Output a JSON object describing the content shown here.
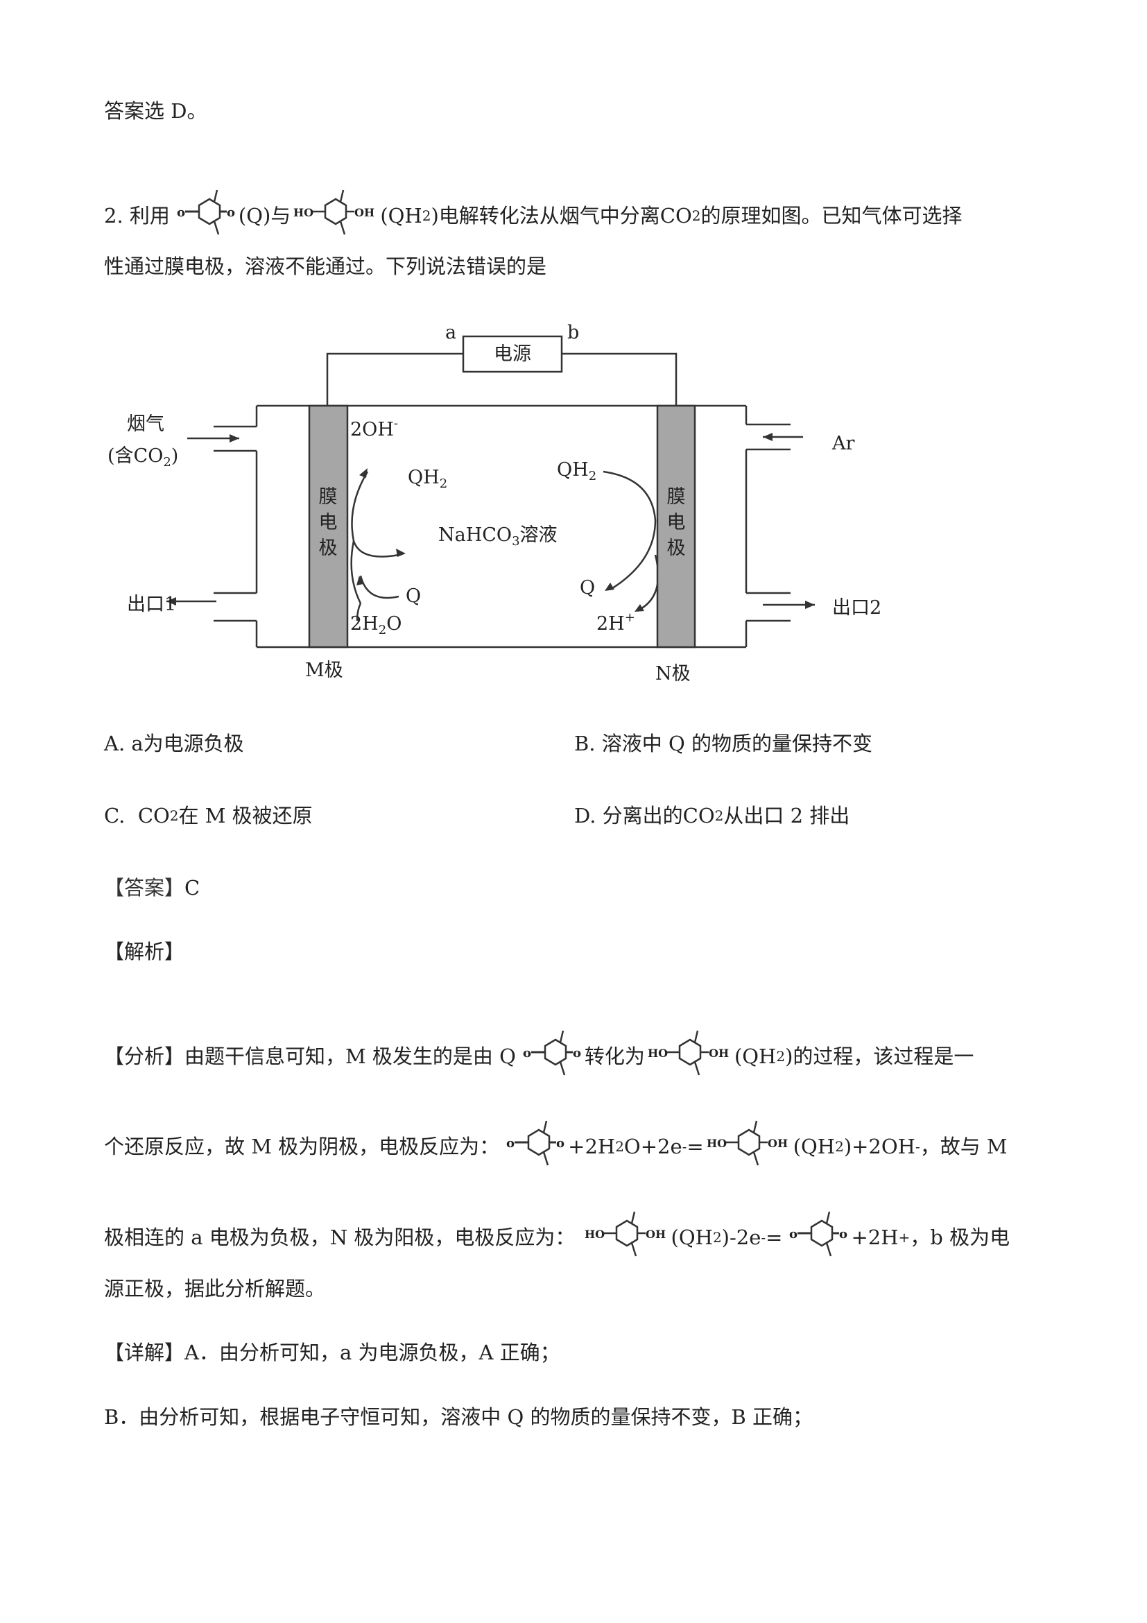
{
  "top_line": "答案选 D。",
  "question": {
    "number": "2.",
    "t1": "利用",
    "q_label": "(Q)与",
    "qh2_label": "(QH",
    "qh2_close": ")",
    "t2": "电解转化法从烟气中分离",
    "co2": "CO",
    "t3": "的原理如图。已知气体可选择",
    "line2": "性通过膜电极，溶液不能通过。下列说法错误的是"
  },
  "diagram": {
    "power": "电源",
    "a": "a",
    "b": "b",
    "flue_gas": "烟气",
    "flue_gas_sub": "(含CO",
    "flue_gas_close": ")",
    "ar": "Ar",
    "outlet1": "出口1",
    "outlet2": "出口2",
    "membrane": [
      "膜",
      "电",
      "极"
    ],
    "m_pole": "M极",
    "n_pole": "N极",
    "solution": "NaHCO",
    "solution_tail": "溶液",
    "left_oh": "2OH",
    "left_qh2": "QH",
    "left_q": "Q",
    "left_h2o": "2H",
    "left_h2o_tail": "O",
    "right_qh2": "QH",
    "right_q": "Q",
    "right_h": "2H"
  },
  "options": {
    "A": "A. a为电源负极",
    "B": "B.  溶液中 Q 的物质的量保持不变",
    "C_pre": "C.  ",
    "C_post": "在 M 极被还原",
    "D_pre": "D.  分离出的",
    "D_post": "从出口 2 排出"
  },
  "answer_label": "【答案】",
  "answer": "C",
  "analysis_label": "【解析】",
  "analysis": {
    "l1_head": "【分析】",
    "l1_a": "由题干信息可知，M 极发生的是由 Q",
    "l1_b": "转化为",
    "l1_c": "(QH",
    "l1_d": ")的过程，该过程是一",
    "l2_a": "个还原反应，故 M 极为阴极，电极反应为：",
    "l2_b": "+2H",
    "l2_c": "O+2e",
    "l2_d": "=",
    "l2_e": "(QH",
    "l2_f": ")+2OH",
    "l2_g": "，故与 M",
    "l3_a": "极相连的 a 电极为负极，N 极为阳极，电极反应为：",
    "l3_b": "(QH",
    "l3_c": ")-2e",
    "l3_d": "=",
    "l3_e": "+2H",
    "l3_f": "，b 极为电",
    "l4": "源正极，据此分析解题。"
  },
  "detail": {
    "label": "【详解】",
    "A": "A．由分析可知，a 为电源负极，A 正确；",
    "B": "B．由分析可知，根据电子守恒可知，溶液中 Q 的物质的量保持不变，B 正确；"
  }
}
